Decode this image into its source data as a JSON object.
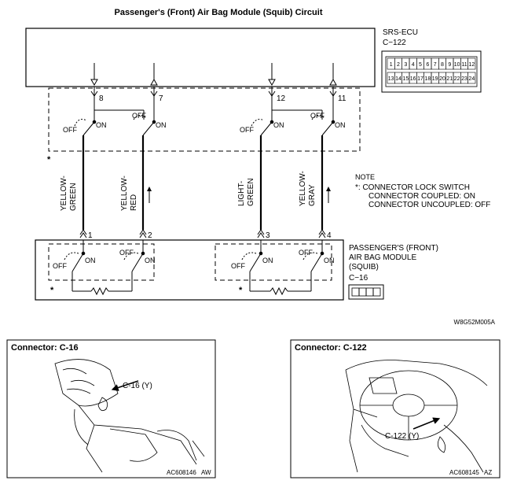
{
  "title": "Passenger's (Front) Air Bag Module (Squib) Circuit",
  "ecu": {
    "name": "SRS-ECU",
    "connector": "C−122",
    "pins_row1": [
      "1",
      "2",
      "3",
      "4",
      "5",
      "6",
      "7",
      "8",
      "9",
      "10",
      "11",
      "12"
    ],
    "pins_row2": [
      "13",
      "14",
      "15",
      "16",
      "17",
      "18",
      "19",
      "20",
      "21",
      "22",
      "23",
      "24"
    ]
  },
  "ecu_terminals": [
    "8",
    "7",
    "12",
    "11"
  ],
  "switch_labels": {
    "off": "OFF",
    "on": "ON"
  },
  "asterisk": "*",
  "wires": [
    {
      "line1": "YELLOW-",
      "line2": "GREEN"
    },
    {
      "line1": "YELLOW-",
      "line2": "RED"
    },
    {
      "line1": "LIGHT-",
      "line2": "GREEN"
    },
    {
      "line1": "YELLOW-",
      "line2": "GRAY"
    }
  ],
  "module_terminals": [
    "1",
    "2",
    "3",
    "4"
  ],
  "note": {
    "heading": "NOTE",
    "line1": "*: CONNECTOR LOCK SWITCH",
    "line2": "CONNECTOR COUPLED: ON",
    "line3": "CONNECTOR UNCOUPLED: OFF"
  },
  "module": {
    "line1": "PASSENGER'S (FRONT)",
    "line2": "AIR BAG MODULE",
    "line3": "(SQUIB)",
    "connector": "C−16"
  },
  "diagram_code": "W8G52M005A",
  "panel_left": {
    "title": "Connector: C-16",
    "callout": "C-16 (Y)",
    "code": "AC608146",
    "suffix": "AW"
  },
  "panel_right": {
    "title": "Connector: C-122",
    "callout": "C-122 (Y)",
    "code": "AC608145",
    "suffix": "AZ"
  }
}
